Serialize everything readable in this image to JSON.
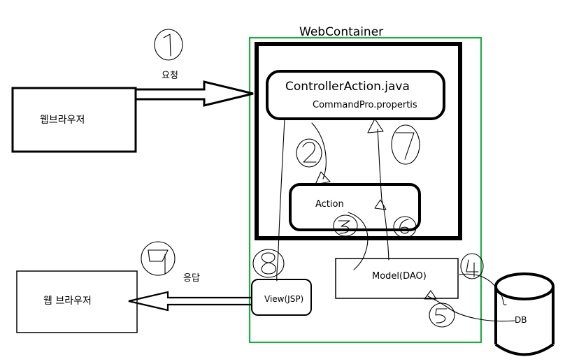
{
  "diagram": {
    "container_title": "WebContainer",
    "browser_request": "웹브라우저",
    "browser_response": "웹 브라우저",
    "label_request": "요청",
    "label_response": "응답",
    "controller_title": "ControllerAction.java",
    "controller_sub": "CommandPro.propertis",
    "action_label": "Action",
    "model_label": "Model(DAO)",
    "view_label": "View(JSP)",
    "db_label": "DB",
    "colors": {
      "container_border": "#22aa44",
      "stroke": "#000000",
      "background": "#ffffff"
    }
  }
}
